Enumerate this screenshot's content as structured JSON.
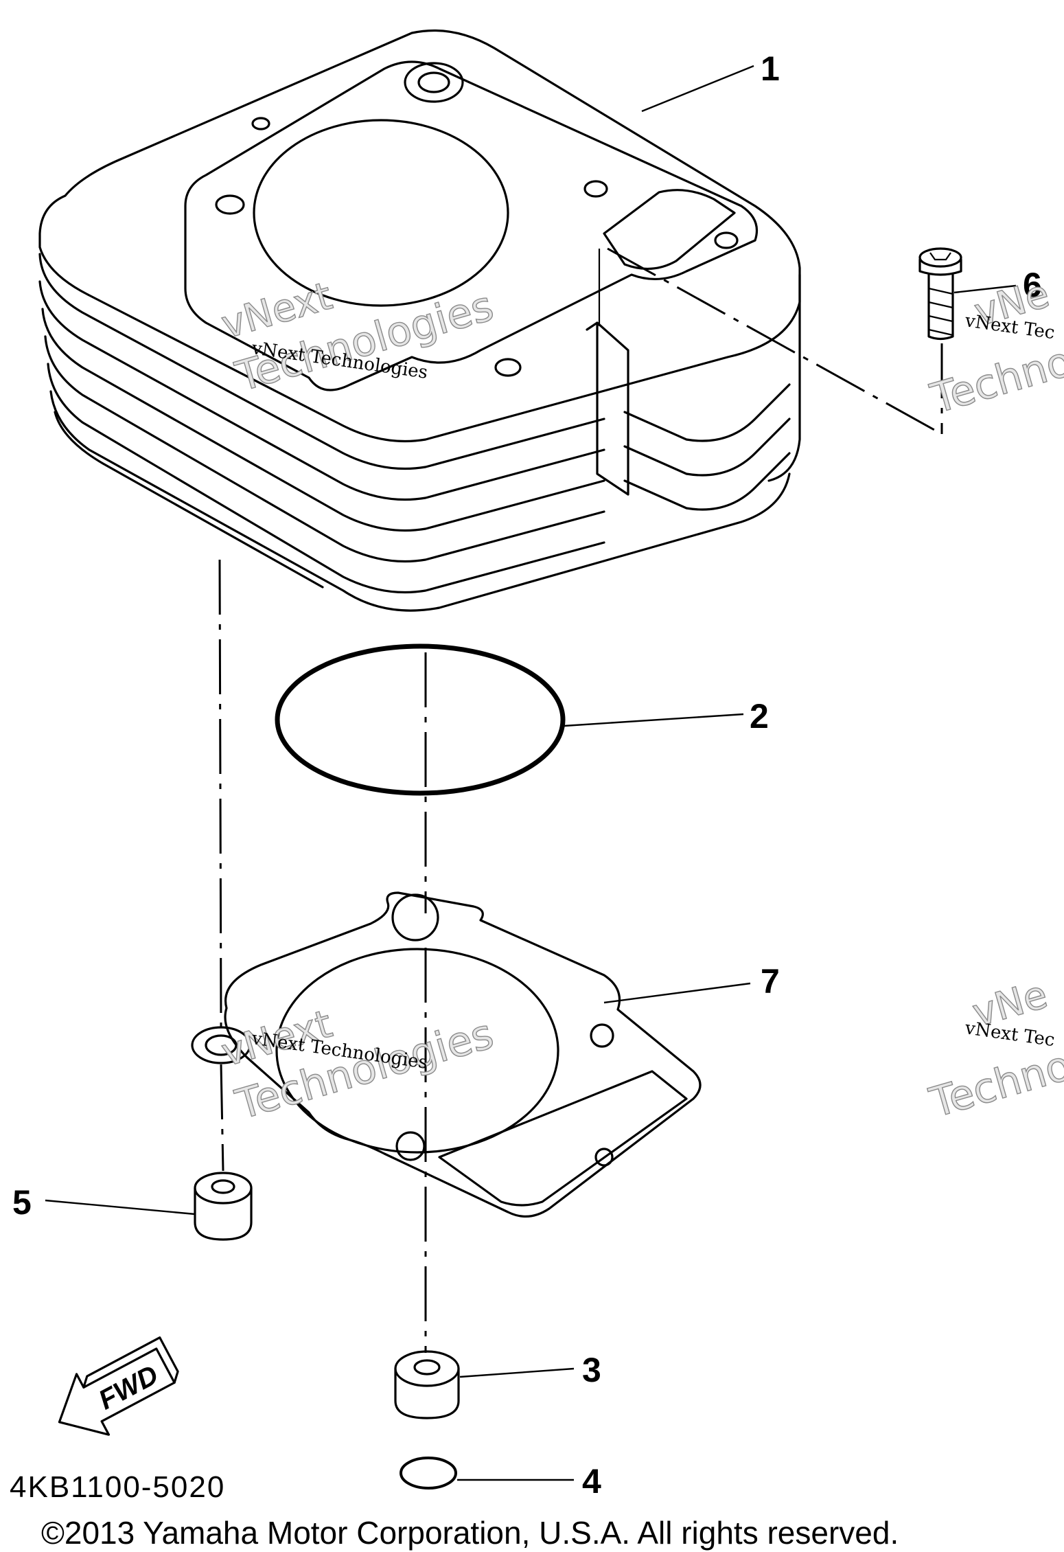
{
  "diagram": {
    "part_number": "4KB1100-5020",
    "copyright": "©2013 Yamaha Motor Corporation, U.S.A. All rights reserved.",
    "fwd_label": "FWD",
    "callouts": [
      {
        "id": "1",
        "label": "1"
      },
      {
        "id": "2",
        "label": "2"
      },
      {
        "id": "3",
        "label": "3"
      },
      {
        "id": "4",
        "label": "4"
      },
      {
        "id": "5",
        "label": "5"
      },
      {
        "id": "6",
        "label": "6"
      },
      {
        "id": "7",
        "label": "7"
      }
    ],
    "watermarks": {
      "line1": "vNext",
      "line2": "Technologies",
      "combined": "vNext Technologies",
      "partial_right_1": "vNe",
      "partial_right_2": "vNext Tec",
      "partial_right_3": "Techno"
    }
  }
}
